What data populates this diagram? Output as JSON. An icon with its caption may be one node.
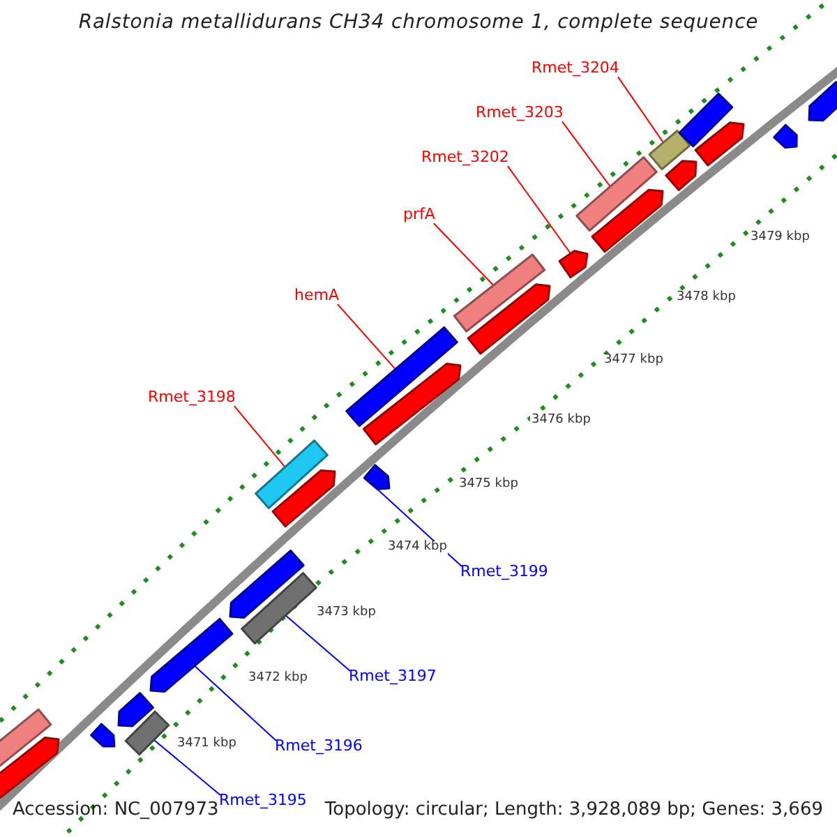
{
  "diagram": {
    "title": "Ralstonia metallidurans CH34 chromosome 1, complete sequence",
    "nodes": [
      {
        "text": [
          "Rmet_3204"
        ]
      },
      {
        "text": [
          "Rmet_3203"
        ]
      },
      {
        "text": [
          "Rmet_3202"
        ]
      },
      {
        "text": [
          "prfA"
        ]
      },
      {
        "text": [
          "hemA"
        ]
      },
      {
        "text": [
          "Rmet_3198"
        ]
      },
      {
        "text": [
          "Rmet_3199"
        ]
      },
      {
        "text": [
          "Rmet_3197"
        ]
      },
      {
        "text": [
          "Rmet_3196"
        ]
      },
      {
        "text": [
          "Rmet_3195"
        ]
      },
      {
        "text": [],
        "shape": "bar"
      },
      {
        "text": [],
        "shape": "bar"
      },
      {
        "text": [],
        "shape": "arrow"
      },
      {
        "text": [],
        "shape": "bar"
      },
      {
        "text": [],
        "shape": "bar"
      },
      {
        "text": [],
        "shape": "bar"
      },
      {
        "text": [],
        "shape": "arrow"
      },
      {
        "text": [],
        "shape": "bar"
      },
      {
        "text": [],
        "shape": "arrow"
      },
      {
        "text": [],
        "shape": "bar"
      },
      {
        "text": [],
        "shape": "bar"
      },
      {
        "text": [],
        "shape": "arrow"
      },
      {
        "text": [],
        "shape": "arrow"
      },
      {
        "text": [],
        "shape": "arrow"
      },
      {
        "text": [],
        "shape": "arrow"
      },
      {
        "text": [],
        "shape": "arrow"
      },
      {
        "text": [],
        "shape": "arrow"
      },
      {
        "text": [],
        "shape": "arrow"
      },
      {
        "text": [],
        "shape": "arrow"
      },
      {
        "text": [],
        "shape": "arrow"
      },
      {
        "text": [],
        "shape": "arrow"
      },
      {
        "text": [],
        "shape": "arrow"
      },
      {
        "text": [],
        "shape": "bar"
      },
      {
        "text": [],
        "shape": "arrow"
      }
    ],
    "edges": [
      {
        "from": 0,
        "to": 10,
        "arrow": "none"
      },
      {
        "from": 1,
        "to": 11,
        "arrow": "none"
      },
      {
        "from": 2,
        "to": 12,
        "arrow": "none"
      },
      {
        "from": 3,
        "to": 13,
        "arrow": "none"
      },
      {
        "from": 4,
        "to": 14,
        "arrow": "none"
      },
      {
        "from": 5,
        "to": 15,
        "arrow": "none"
      },
      {
        "from": 6,
        "to": 16,
        "arrow": "none",
        "color": "#0000ff"
      },
      {
        "from": 7,
        "to": 17,
        "arrow": "none",
        "color": "#0000ff"
      },
      {
        "from": 8,
        "to": 18,
        "arrow": "none",
        "color": "#0000ff"
      },
      {
        "from": 9,
        "to": 19,
        "arrow": "none",
        "color": "#0000ff"
      }
    ],
    "labels": [
      "3479 kbp",
      "3478 kbp",
      "3477 kbp",
      "3476 kbp",
      "3475 kbp",
      "3474 kbp",
      "3473 kbp",
      "3472 kbp",
      "3471 kbp",
      "Accession: NC_007973",
      "Topology: circular; Length: 3,928,089 bp; Genes: 3,669"
    ]
  }
}
